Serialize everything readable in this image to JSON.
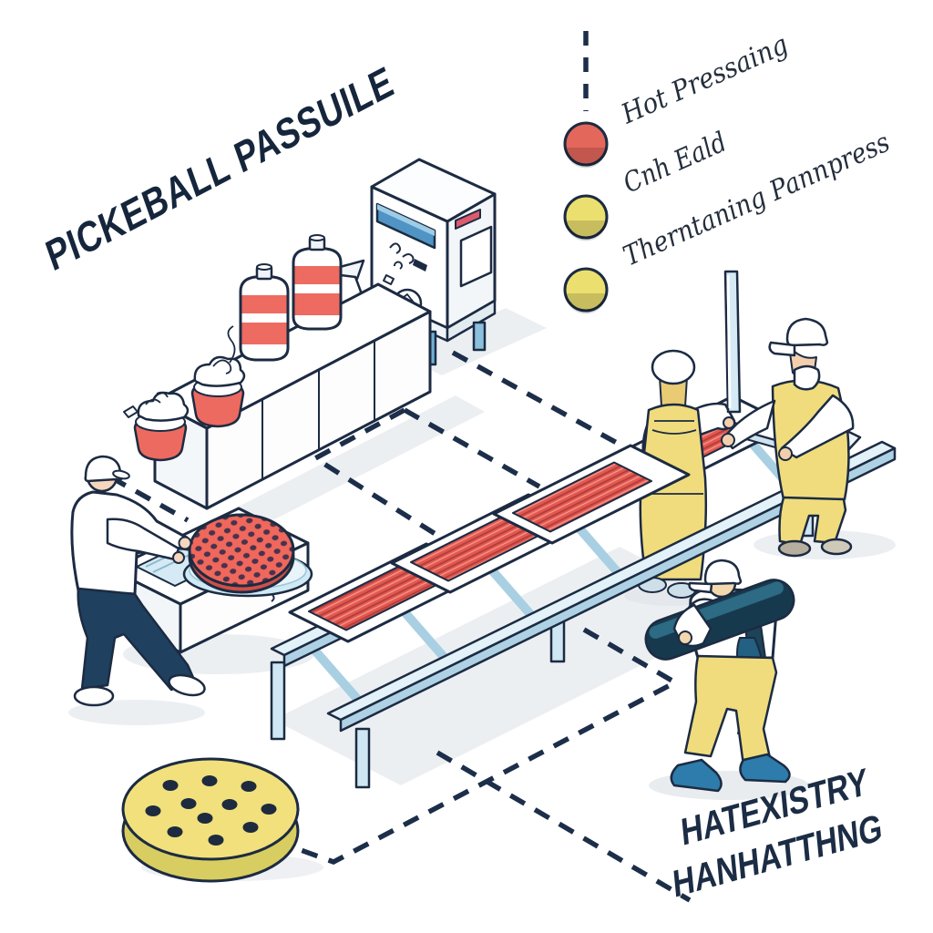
{
  "title": "PICKEBALL PASSUILE",
  "legend": {
    "items": [
      {
        "label": "Hot Pressaing",
        "color": "#e3675b"
      },
      {
        "label": "Cnh Eald",
        "color": "#ebdf6f"
      },
      {
        "label": "Therntaning Pannpress",
        "color": "#ebdf6f"
      }
    ]
  },
  "caption": {
    "line1": "HATEXISTRY",
    "line2": "HANHATTHNG"
  },
  "palette": {
    "ink": "#1c2b42",
    "red": "#e8655a",
    "red_dark": "#b2403c",
    "yellow": "#f0df77",
    "yellow_dark": "#d8cd60",
    "worker_yellow": "#f0dc7d",
    "blue_light": "#d5eaf4",
    "blue_mid": "#aed2e4",
    "blue_accent": "#4f94c4",
    "navy_pants": "#1f415f",
    "teal_bag": "#17394d",
    "shoe_blue": "#2d7cab",
    "skin": "#f3cfae",
    "shadow": "#eceff2"
  }
}
